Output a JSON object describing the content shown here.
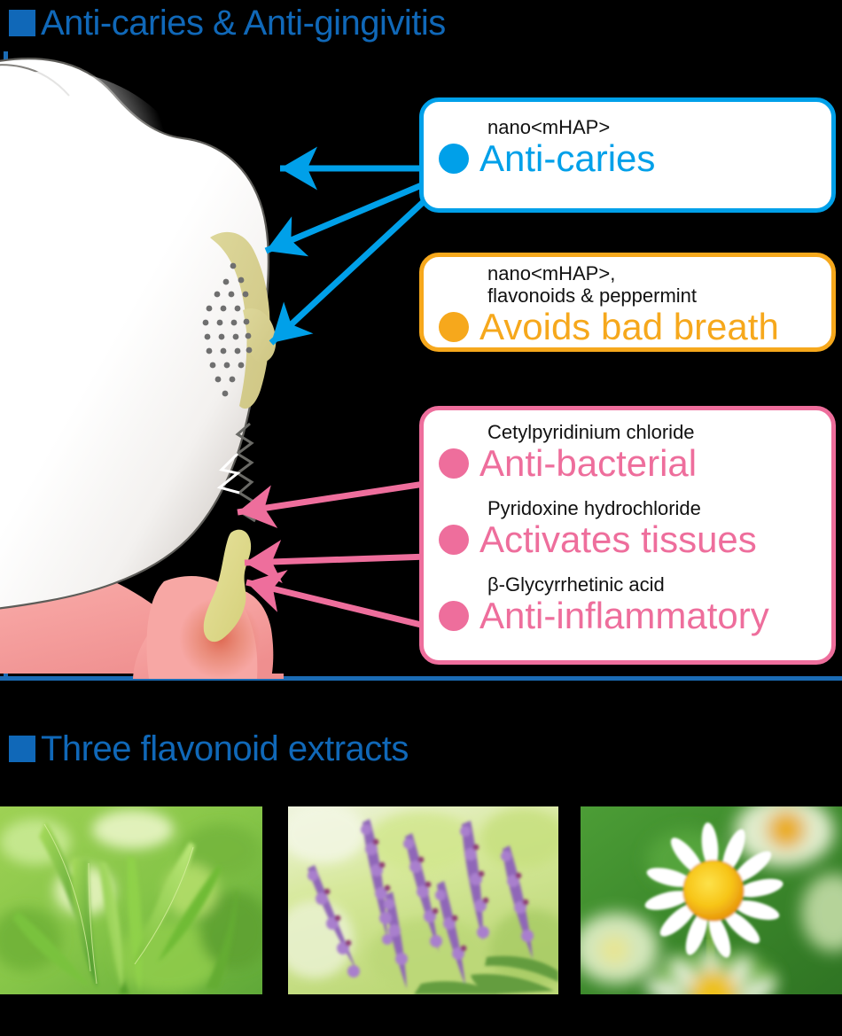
{
  "sections": {
    "top_heading": "Anti-caries & Anti-gingivitis",
    "bottom_heading": "Three flavonoid extracts"
  },
  "colors": {
    "heading_blue": "#1068b8",
    "accent_blue": "#00A0E9",
    "accent_orange": "#F6A81C",
    "accent_pink": "#EE6E9C",
    "frame_blue": "#1b6cb5",
    "text_black": "#111111"
  },
  "callouts": [
    {
      "id": "anti-caries",
      "ingredient": "nano<mHAP>",
      "benefit": "Anti-caries",
      "color": "#00A0E9",
      "arrow_count": 3
    },
    {
      "id": "bad-breath",
      "ingredient_line1": "nano<mHAP>,",
      "ingredient_line2": "flavonoids & peppermint",
      "benefit": "Avoids bad breath",
      "color": "#F6A81C",
      "arrow_count": 0
    },
    {
      "id": "gingivitis-group",
      "color": "#EE6E9C",
      "items": [
        {
          "ingredient": "Cetylpyridinium chloride",
          "benefit": "Anti-bacterial"
        },
        {
          "ingredient": "Pyridoxine hydrochloride",
          "benefit": "Activates tissues"
        },
        {
          "ingredient": "β-Glycyrrhetinic acid",
          "benefit": "Anti-inflammatory"
        }
      ]
    }
  ],
  "illustration": {
    "name": "tooth-and-gum-cross-section",
    "features": [
      "tooth-enamel",
      "dental-plaque",
      "demineralization-dots",
      "enamel-crack",
      "tartar-deposit",
      "gum-tissue",
      "inflamed-gum-spot"
    ]
  },
  "photos": [
    {
      "name": "green-tea-leaves",
      "alt": "Green tea leaves"
    },
    {
      "name": "sage-flowers",
      "alt": "Purple sage flowers"
    },
    {
      "name": "chamomile-flower",
      "alt": "Chamomile flower"
    }
  ]
}
